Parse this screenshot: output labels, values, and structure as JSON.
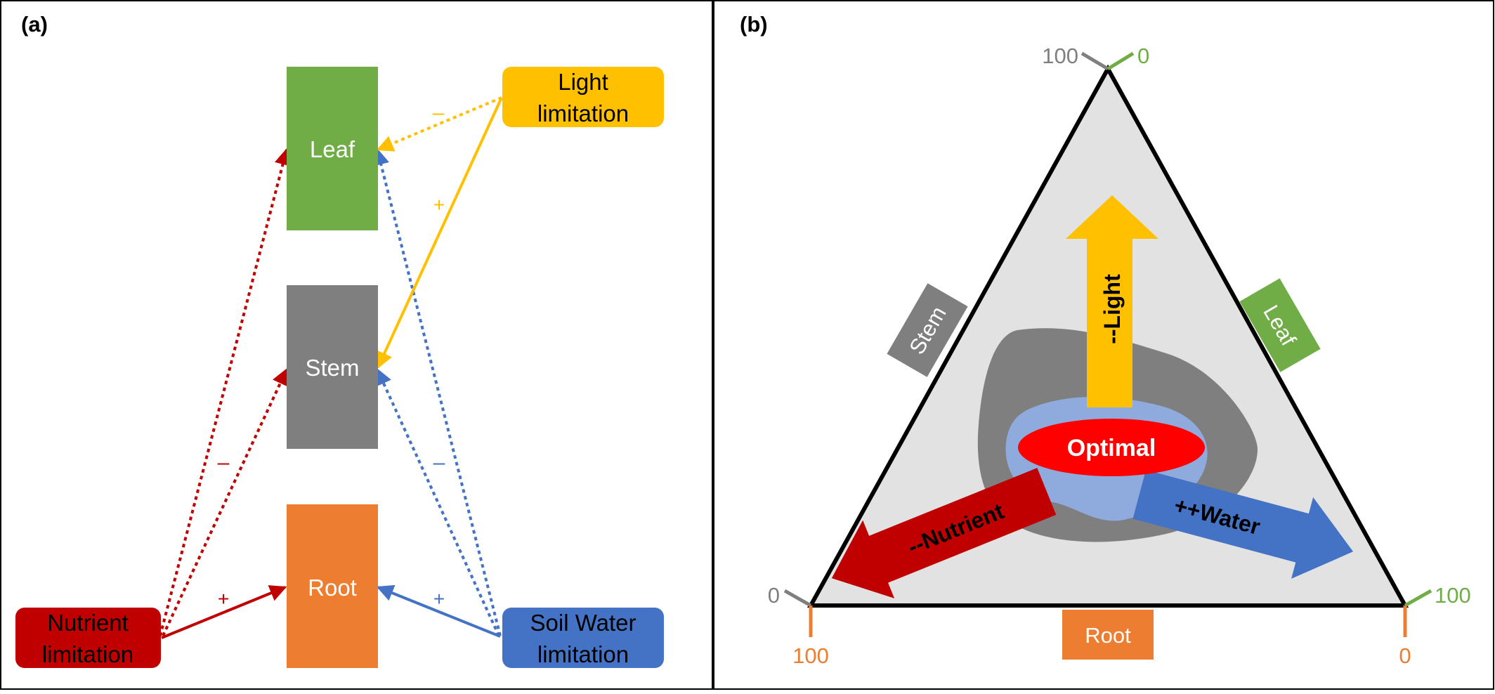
{
  "panel_a": {
    "label": "(a)",
    "boxes": {
      "leaf": "Leaf",
      "stem": "Stem",
      "root": "Root"
    },
    "drivers": {
      "light": [
        "Light",
        "limitation"
      ],
      "nutrient": [
        "Nutrient",
        "limitation"
      ],
      "water": [
        "Soil Water",
        "limitation"
      ]
    },
    "signs": {
      "light_leaf": "–",
      "light_stem": "+",
      "nutrient_stem": "–",
      "nutrient_root": "+",
      "water_stem": "–",
      "water_root": "+"
    }
  },
  "panel_b": {
    "label": "(b)",
    "side_labels": {
      "stem": "Stem",
      "leaf": "Leaf",
      "root": "Root"
    },
    "center": "Optimal",
    "arrows": {
      "light": "--Light",
      "nutrient": "--Nutrient",
      "water": "++Water"
    },
    "tick_labels": {
      "top_left": "100",
      "top_right": "0",
      "left_grey": "0",
      "left_orange": "100",
      "right_green": "100",
      "right_orange": "0"
    }
  },
  "colors": {
    "leaf": "#70ad47",
    "stem": "#7f7f7f",
    "root": "#ed7d31",
    "light": "#ffc000",
    "nutrient": "#c00000",
    "water": "#4472c4",
    "optimal": "#ff0000",
    "triangle_fill": "#e2e2e2",
    "inner_blue": "#8faadc"
  }
}
